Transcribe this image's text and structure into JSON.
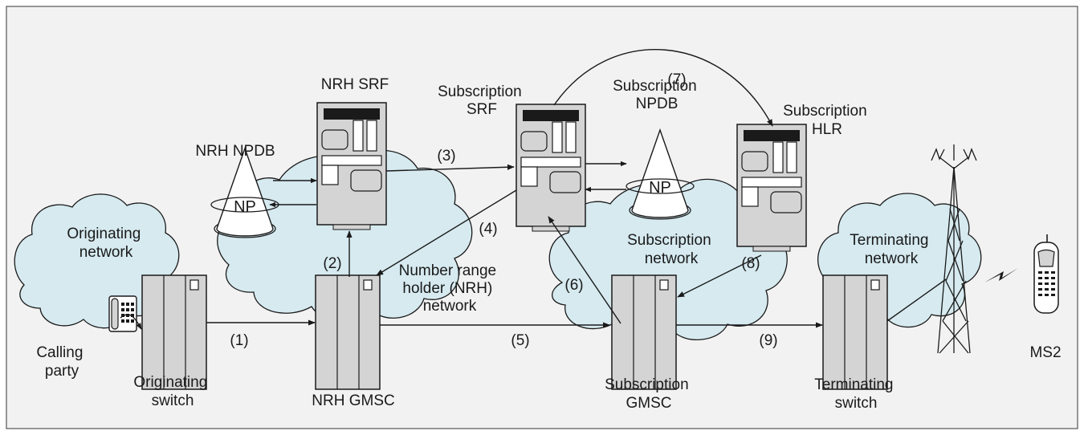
{
  "colors": {
    "background": "#f2f2f2",
    "cloud": "#d6eaf0",
    "equipment": "#d4d4d4",
    "line": "#1a1a1a"
  },
  "labels": {
    "originating_network": [
      "Originating",
      "network"
    ],
    "calling_party": [
      "Calling",
      "party"
    ],
    "originating_switch": [
      "Originating",
      "switch"
    ],
    "nrh_npdb": "NRH NPDB",
    "nrh_srf": "NRH SRF",
    "nrh_gmsc": "NRH GMSC",
    "nrh_network": [
      "Number range",
      "holder (NRH)",
      "network"
    ],
    "subscription_srf": [
      "Subscription",
      "SRF"
    ],
    "subscription_npdb": [
      "Subscription",
      "NPDB"
    ],
    "subscription_hlr": [
      "Subscription",
      "HLR"
    ],
    "subscription_network": [
      "Subscription",
      "network"
    ],
    "subscription_gmsc": [
      "Subscription",
      "GMSC"
    ],
    "terminating_network": [
      "Terminating",
      "network"
    ],
    "terminating_switch": [
      "Terminating",
      "switch"
    ],
    "ms2": "MS2",
    "np": "NP"
  },
  "steps": [
    "(1)",
    "(2)",
    "(3)",
    "(4)",
    "(5)",
    "(6)",
    "(7)",
    "(8)",
    "(9)"
  ],
  "icons": {
    "telephone": "desk-phone-icon",
    "mobile": "mobile-phone-icon",
    "tower": "radio-tower-icon",
    "switch": "switch-cabinet-icon",
    "server": "server-rack-icon",
    "database": "cone-database-icon"
  }
}
